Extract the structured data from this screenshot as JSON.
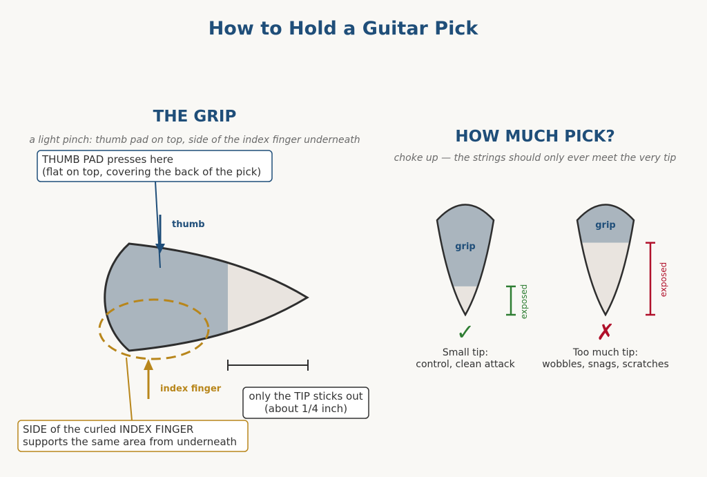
{
  "page": {
    "title": "How to Hold a Guitar Pick"
  },
  "grip": {
    "heading": "THE GRIP",
    "subtitle": "a light pinch: thumb pad on top, side of the index finger underneath",
    "thumb_callout_line1": "THUMB PAD presses here",
    "thumb_callout_line2": "(flat on top, covering the back of the pick)",
    "thumb_label": "thumb",
    "index_label": "index finger",
    "index_callout_line1": "SIDE of the curled INDEX FINGER",
    "index_callout_line2": "supports the same area from underneath",
    "tip_callout_line1": "only the TIP sticks out",
    "tip_callout_line2": "(about 1/4 inch)"
  },
  "how_much": {
    "heading": "HOW MUCH PICK?",
    "subtitle": "choke up — the strings should only ever meet the very tip",
    "good": {
      "grip_label": "grip",
      "exposed_label": "exposed",
      "mark": "✓",
      "caption_line1": "Small tip:",
      "caption_line2": "control, clean attack",
      "exposed_fraction": 0.26
    },
    "bad": {
      "grip_label": "grip",
      "exposed_label": "exposed",
      "mark": "✗",
      "caption_line1": "Too much tip:",
      "caption_line2": "wobbles, snags, scratches",
      "exposed_fraction": 0.66
    }
  },
  "colors": {
    "navy": "#1f4e79",
    "gold": "#b8861b",
    "pick_grip": "#aab5be",
    "pick_tip": "#e9e4df",
    "outline": "#2e2e2e",
    "good": "#2e7d32",
    "bad": "#b0102a",
    "muted": "#6a6a6a",
    "text": "#333333"
  }
}
